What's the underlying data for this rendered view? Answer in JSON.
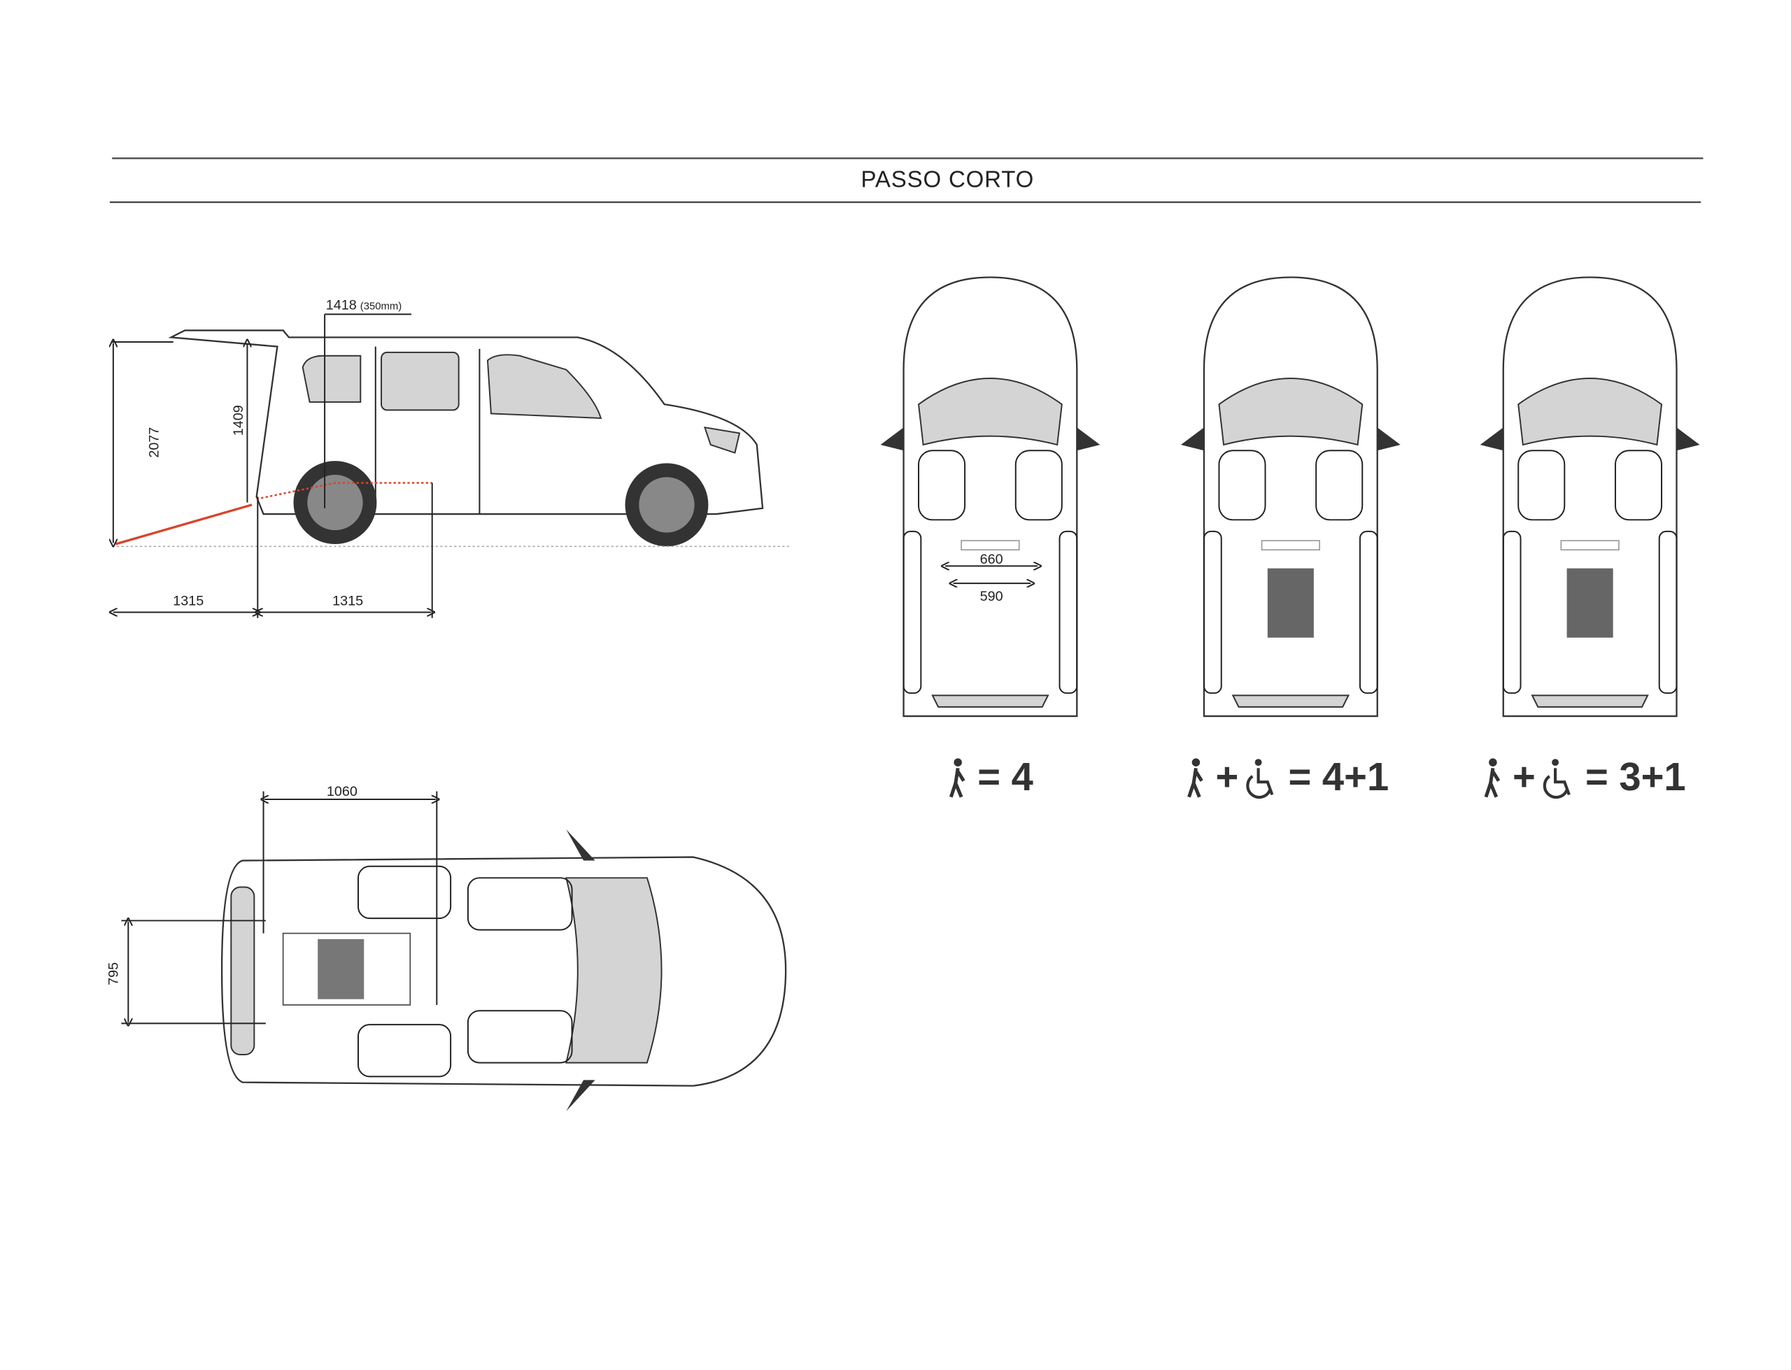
{
  "header": {
    "title": "PASSO CORTO"
  },
  "side_view": {
    "dim_total_height": "2077",
    "dim_opening_height": "1409",
    "dim_top": "1418",
    "dim_top_note": "(350mm)",
    "dim_ramp_length": "1315",
    "dim_inner_length": "1315"
  },
  "top_view": {
    "dim_length": "1060",
    "dim_width": "795"
  },
  "layouts": [
    {
      "caption": "= 4",
      "icons": [
        "person-icon"
      ],
      "dims": {
        "a": "660",
        "b": "590"
      }
    },
    {
      "caption": "= 4+1",
      "icons": [
        "person-icon",
        "wheelchair-icon"
      ],
      "plus": "+"
    },
    {
      "caption": "= 3+1",
      "icons": [
        "person-icon",
        "wheelchair-icon"
      ],
      "plus": "+"
    }
  ],
  "colors": {
    "ramp": "#d9442b",
    "glass": "#d4d4d4",
    "line": "#333333"
  }
}
